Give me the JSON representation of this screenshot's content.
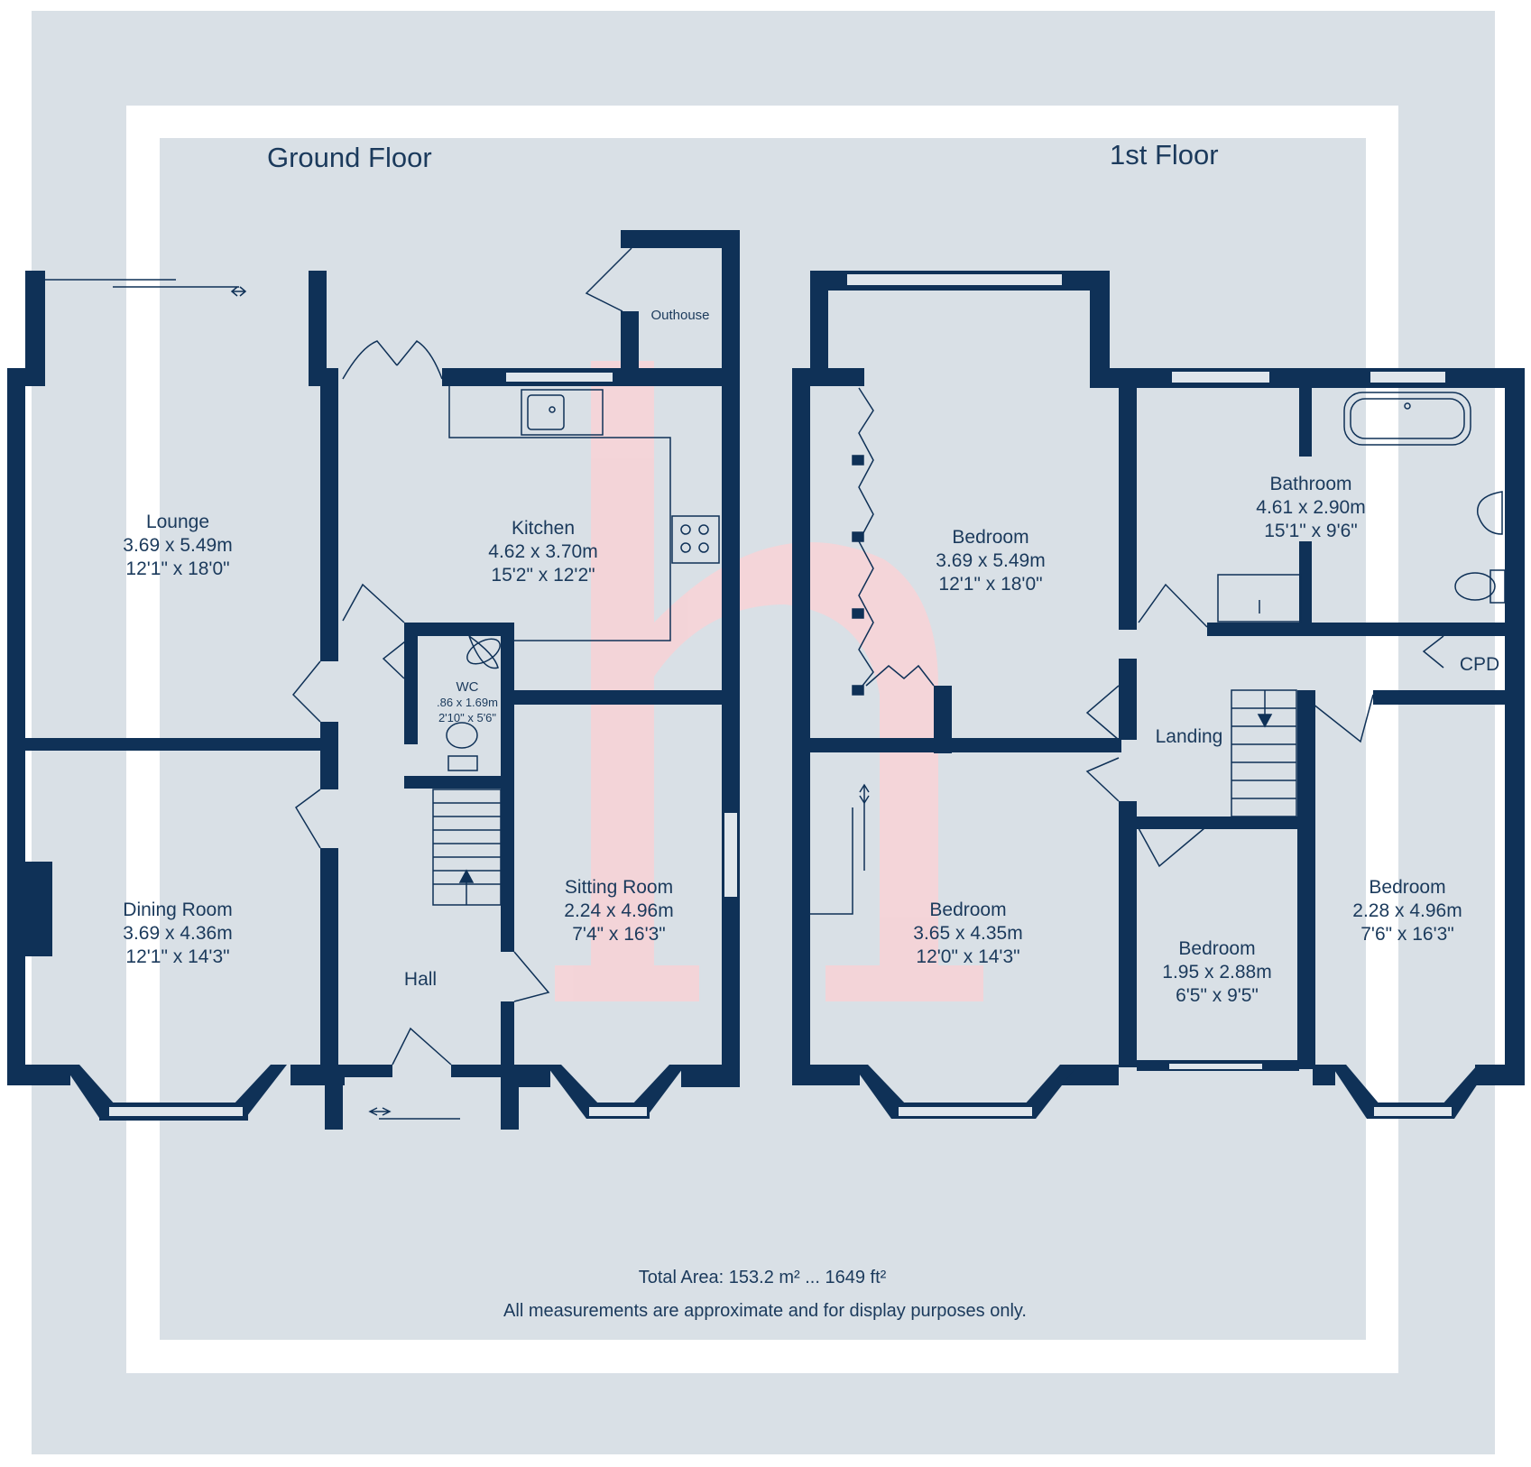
{
  "colors": {
    "background_outer": "#d9e0e6",
    "frame": "#ffffff",
    "background_inner": "#d9e0e6",
    "wall": "#0f3157",
    "text": "#1b3a5c",
    "watermark": "#f8d2d6"
  },
  "floors": {
    "ground": {
      "title": "Ground Floor",
      "rooms": {
        "lounge": {
          "name": "Lounge",
          "metric": "3.69 x 5.49m",
          "imperial": "12'1\" x 18'0\""
        },
        "kitchen": {
          "name": "Kitchen",
          "metric": "4.62 x 3.70m",
          "imperial": "15'2\" x 12'2\""
        },
        "outhouse": {
          "name": "Outhouse"
        },
        "wc": {
          "name": "WC",
          "metric": ".86 x 1.69m",
          "imperial": "2'10\" x 5'6\""
        },
        "dining": {
          "name": "Dining Room",
          "metric": "3.69 x 4.36m",
          "imperial": "12'1\" x 14'3\""
        },
        "sitting": {
          "name": "Sitting Room",
          "metric": "2.24 x 4.96m",
          "imperial": "7'4\" x 16'3\""
        },
        "hall": {
          "name": "Hall"
        }
      }
    },
    "first": {
      "title": "1st Floor",
      "rooms": {
        "bedroom1": {
          "name": "Bedroom",
          "metric": "3.69 x 5.49m",
          "imperial": "12'1\" x 18'0\""
        },
        "bathroom": {
          "name": "Bathroom",
          "metric": "4.61 x 2.90m",
          "imperial": "15'1\" x 9'6\""
        },
        "cpd": {
          "name": "CPD"
        },
        "landing": {
          "name": "Landing"
        },
        "bedroom2": {
          "name": "Bedroom",
          "metric": "3.65 x 4.35m",
          "imperial": "12'0\" x 14'3\""
        },
        "bedroom3": {
          "name": "Bedroom",
          "metric": "1.95 x 2.88m",
          "imperial": "6'5\" x 9'5\""
        },
        "bedroom4": {
          "name": "Bedroom",
          "metric": "2.28 x 4.96m",
          "imperial": "7'6\" x 16'3\""
        }
      }
    }
  },
  "footer": {
    "total_area": "Total Area: 153.2 m² ... 1649 ft²",
    "disclaimer": "All measurements are approximate and for display purposes only."
  }
}
